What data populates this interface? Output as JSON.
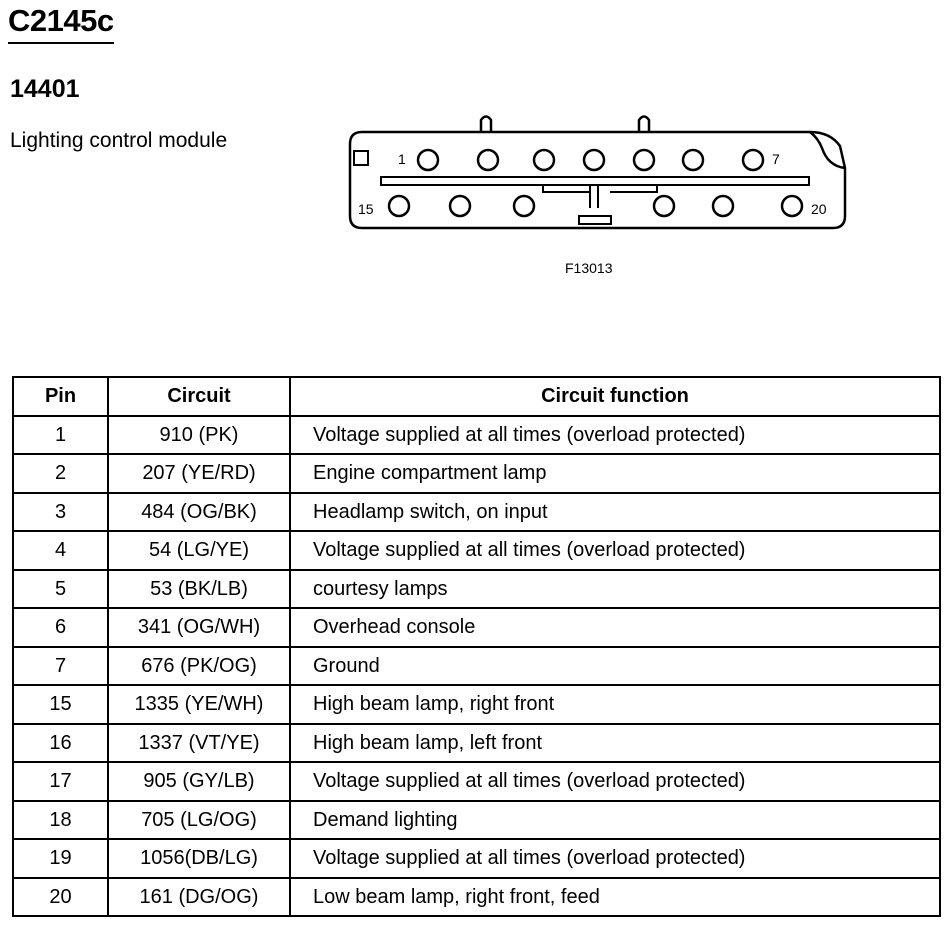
{
  "connector": {
    "id": "C2145c",
    "part_number": "14401",
    "description": "Lighting control module",
    "figure_ref": "F13013",
    "pin_labels": {
      "top_first": "1",
      "top_last": "7",
      "bottom_first": "15",
      "bottom_last": "20"
    }
  },
  "table": {
    "headers": {
      "pin": "Pin",
      "circuit": "Circuit",
      "function": "Circuit function"
    },
    "rows": [
      {
        "pin": "1",
        "circuit": "910 (PK)",
        "function": "Voltage supplied at all times (overload protected)"
      },
      {
        "pin": "2",
        "circuit": "207 (YE/RD)",
        "function": "Engine compartment lamp"
      },
      {
        "pin": "3",
        "circuit": "484 (OG/BK)",
        "function": "Headlamp switch, on input"
      },
      {
        "pin": "4",
        "circuit": "54 (LG/YE)",
        "function": "Voltage supplied at all times (overload protected)"
      },
      {
        "pin": "5",
        "circuit": "53 (BK/LB)",
        "function": "courtesy lamps"
      },
      {
        "pin": "6",
        "circuit": "341 (OG/WH)",
        "function": "Overhead console"
      },
      {
        "pin": "7",
        "circuit": "676 (PK/OG)",
        "function": "Ground"
      },
      {
        "pin": "15",
        "circuit": "1335 (YE/WH)",
        "function": "High beam lamp, right front"
      },
      {
        "pin": "16",
        "circuit": "1337 (VT/YE)",
        "function": "High beam lamp, left front"
      },
      {
        "pin": "17",
        "circuit": "905 (GY/LB)",
        "function": "Voltage supplied at all times (overload protected)"
      },
      {
        "pin": "18",
        "circuit": "705 (LG/OG)",
        "function": "Demand lighting"
      },
      {
        "pin": "19",
        "circuit": "1056(DB/LG)",
        "function": "Voltage supplied at all times (overload protected)"
      },
      {
        "pin": "20",
        "circuit": "161 (DG/OG)",
        "function": "Low beam lamp, right front, feed"
      }
    ]
  }
}
